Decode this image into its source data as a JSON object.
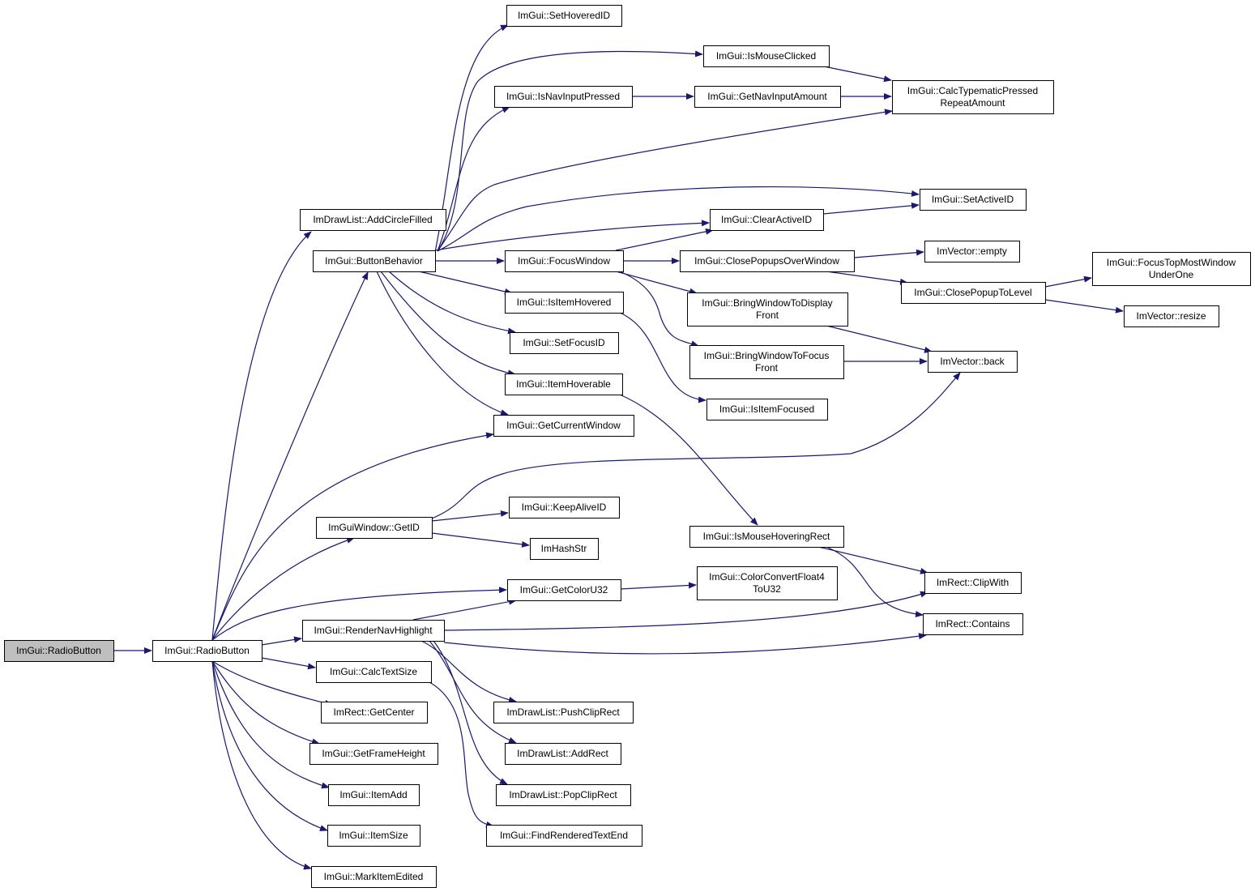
{
  "diagram": {
    "type": "call-graph",
    "root": "radiobutton_root",
    "colors": {
      "edge": "#191970",
      "node_border": "#000000",
      "root_fill": "#bfbfbf",
      "node_fill": "#ffffff"
    },
    "nodes": [
      {
        "id": "radiobutton_root",
        "lines": [
          "ImGui::RadioButton"
        ]
      },
      {
        "id": "radiobutton",
        "lines": [
          "ImGui::RadioButton"
        ]
      },
      {
        "id": "addcirclefilled",
        "lines": [
          "ImDrawList::AddCircleFilled"
        ]
      },
      {
        "id": "buttonbehavior",
        "lines": [
          "ImGui::ButtonBehavior"
        ]
      },
      {
        "id": "sethoveredid",
        "lines": [
          "ImGui::SetHoveredID"
        ]
      },
      {
        "id": "ismouseclicked",
        "lines": [
          "ImGui::IsMouseClicked"
        ]
      },
      {
        "id": "isnavinputpressed",
        "lines": [
          "ImGui::IsNavInputPressed"
        ]
      },
      {
        "id": "getnavinputamount",
        "lines": [
          "ImGui::GetNavInputAmount"
        ]
      },
      {
        "id": "calctypematic",
        "lines": [
          "ImGui::CalcTypematicPressed",
          "RepeatAmount"
        ]
      },
      {
        "id": "setactiveid",
        "lines": [
          "ImGui::SetActiveID"
        ]
      },
      {
        "id": "clearactiveid",
        "lines": [
          "ImGui::ClearActiveID"
        ]
      },
      {
        "id": "focuswindow",
        "lines": [
          "ImGui::FocusWindow"
        ]
      },
      {
        "id": "closepopupsoverwindow",
        "lines": [
          "ImGui::ClosePopupsOverWindow"
        ]
      },
      {
        "id": "vectorempty",
        "lines": [
          "ImVector::empty"
        ]
      },
      {
        "id": "closepopuptolevel",
        "lines": [
          "ImGui::ClosePopupToLevel"
        ]
      },
      {
        "id": "focustopmost",
        "lines": [
          "ImGui::FocusTopMostWindow",
          "UnderOne"
        ]
      },
      {
        "id": "vectorresize",
        "lines": [
          "ImVector::resize"
        ]
      },
      {
        "id": "bringtodisplayfront",
        "lines": [
          "ImGui::BringWindowToDisplay",
          "Front"
        ]
      },
      {
        "id": "bringtofocusfront",
        "lines": [
          "ImGui::BringWindowToFocus",
          "Front"
        ]
      },
      {
        "id": "vectorback",
        "lines": [
          "ImVector::back"
        ]
      },
      {
        "id": "isitemhovered",
        "lines": [
          "ImGui::IsItemHovered"
        ]
      },
      {
        "id": "setfocusid",
        "lines": [
          "ImGui::SetFocusID"
        ]
      },
      {
        "id": "itemhoverable",
        "lines": [
          "ImGui::ItemHoverable"
        ]
      },
      {
        "id": "isitemfocused",
        "lines": [
          "ImGui::IsItemFocused"
        ]
      },
      {
        "id": "getcurrentwindow",
        "lines": [
          "ImGui::GetCurrentWindow"
        ]
      },
      {
        "id": "getid",
        "lines": [
          "ImGuiWindow::GetID"
        ]
      },
      {
        "id": "keepaliveid",
        "lines": [
          "ImGui::KeepAliveID"
        ]
      },
      {
        "id": "imhashstr",
        "lines": [
          "ImHashStr"
        ]
      },
      {
        "id": "ismousehoveringrect",
        "lines": [
          "ImGui::IsMouseHoveringRect"
        ]
      },
      {
        "id": "getcoloru32",
        "lines": [
          "ImGui::GetColorU32"
        ]
      },
      {
        "id": "colorconvert",
        "lines": [
          "ImGui::ColorConvertFloat4",
          "ToU32"
        ]
      },
      {
        "id": "rectclipwith",
        "lines": [
          "ImRect::ClipWith"
        ]
      },
      {
        "id": "rendernavhighlight",
        "lines": [
          "ImGui::RenderNavHighlight"
        ]
      },
      {
        "id": "rectcontains",
        "lines": [
          "ImRect::Contains"
        ]
      },
      {
        "id": "calctextsize",
        "lines": [
          "ImGui::CalcTextSize"
        ]
      },
      {
        "id": "rectgetcenter",
        "lines": [
          "ImRect::GetCenter"
        ]
      },
      {
        "id": "getframeheight",
        "lines": [
          "ImGui::GetFrameHeight"
        ]
      },
      {
        "id": "itemadd",
        "lines": [
          "ImGui::ItemAdd"
        ]
      },
      {
        "id": "itemsize",
        "lines": [
          "ImGui::ItemSize"
        ]
      },
      {
        "id": "markitemedited",
        "lines": [
          "ImGui::MarkItemEdited"
        ]
      },
      {
        "id": "pushcliprect",
        "lines": [
          "ImDrawList::PushClipRect"
        ]
      },
      {
        "id": "addrect",
        "lines": [
          "ImDrawList::AddRect"
        ]
      },
      {
        "id": "popcliprect",
        "lines": [
          "ImDrawList::PopClipRect"
        ]
      },
      {
        "id": "findrenderedtextend",
        "lines": [
          "ImGui::FindRenderedTextEnd"
        ]
      }
    ],
    "edges": [
      [
        "radiobutton_root",
        "radiobutton"
      ],
      [
        "radiobutton",
        "addcirclefilled"
      ],
      [
        "radiobutton",
        "buttonbehavior"
      ],
      [
        "radiobutton",
        "getcurrentwindow"
      ],
      [
        "radiobutton",
        "getid"
      ],
      [
        "radiobutton",
        "getcoloru32"
      ],
      [
        "radiobutton",
        "rendernavhighlight"
      ],
      [
        "radiobutton",
        "calctextsize"
      ],
      [
        "radiobutton",
        "rectgetcenter"
      ],
      [
        "radiobutton",
        "getframeheight"
      ],
      [
        "radiobutton",
        "itemadd"
      ],
      [
        "radiobutton",
        "itemsize"
      ],
      [
        "radiobutton",
        "markitemedited"
      ],
      [
        "buttonbehavior",
        "sethoveredid"
      ],
      [
        "buttonbehavior",
        "ismouseclicked"
      ],
      [
        "buttonbehavior",
        "isnavinputpressed"
      ],
      [
        "buttonbehavior",
        "calctypematic"
      ],
      [
        "buttonbehavior",
        "setactiveid"
      ],
      [
        "buttonbehavior",
        "clearactiveid"
      ],
      [
        "buttonbehavior",
        "focuswindow"
      ],
      [
        "buttonbehavior",
        "isitemhovered"
      ],
      [
        "buttonbehavior",
        "setfocusid"
      ],
      [
        "buttonbehavior",
        "itemhoverable"
      ],
      [
        "buttonbehavior",
        "getcurrentwindow"
      ],
      [
        "ismouseclicked",
        "calctypematic"
      ],
      [
        "isnavinputpressed",
        "getnavinputamount"
      ],
      [
        "getnavinputamount",
        "calctypematic"
      ],
      [
        "clearactiveid",
        "setactiveid"
      ],
      [
        "focuswindow",
        "clearactiveid"
      ],
      [
        "focuswindow",
        "closepopupsoverwindow"
      ],
      [
        "focuswindow",
        "bringtodisplayfront"
      ],
      [
        "focuswindow",
        "bringtofocusfront"
      ],
      [
        "closepopupsoverwindow",
        "vectorempty"
      ],
      [
        "closepopupsoverwindow",
        "closepopuptolevel"
      ],
      [
        "closepopuptolevel",
        "focustopmost"
      ],
      [
        "closepopuptolevel",
        "vectorresize"
      ],
      [
        "bringtodisplayfront",
        "vectorback"
      ],
      [
        "bringtofocusfront",
        "vectorback"
      ],
      [
        "isitemhovered",
        "isitemfocused"
      ],
      [
        "itemhoverable",
        "ismousehoveringrect"
      ],
      [
        "getid",
        "vectorback"
      ],
      [
        "getid",
        "keepaliveid"
      ],
      [
        "getid",
        "imhashstr"
      ],
      [
        "ismousehoveringrect",
        "rectclipwith"
      ],
      [
        "ismousehoveringrect",
        "rectcontains"
      ],
      [
        "getcoloru32",
        "colorconvert"
      ],
      [
        "rendernavhighlight",
        "getcoloru32"
      ],
      [
        "rendernavhighlight",
        "rectclipwith"
      ],
      [
        "rendernavhighlight",
        "rectcontains"
      ],
      [
        "rendernavhighlight",
        "pushcliprect"
      ],
      [
        "rendernavhighlight",
        "addrect"
      ],
      [
        "rendernavhighlight",
        "popcliprect"
      ],
      [
        "calctextsize",
        "findrenderedtextend"
      ]
    ]
  }
}
